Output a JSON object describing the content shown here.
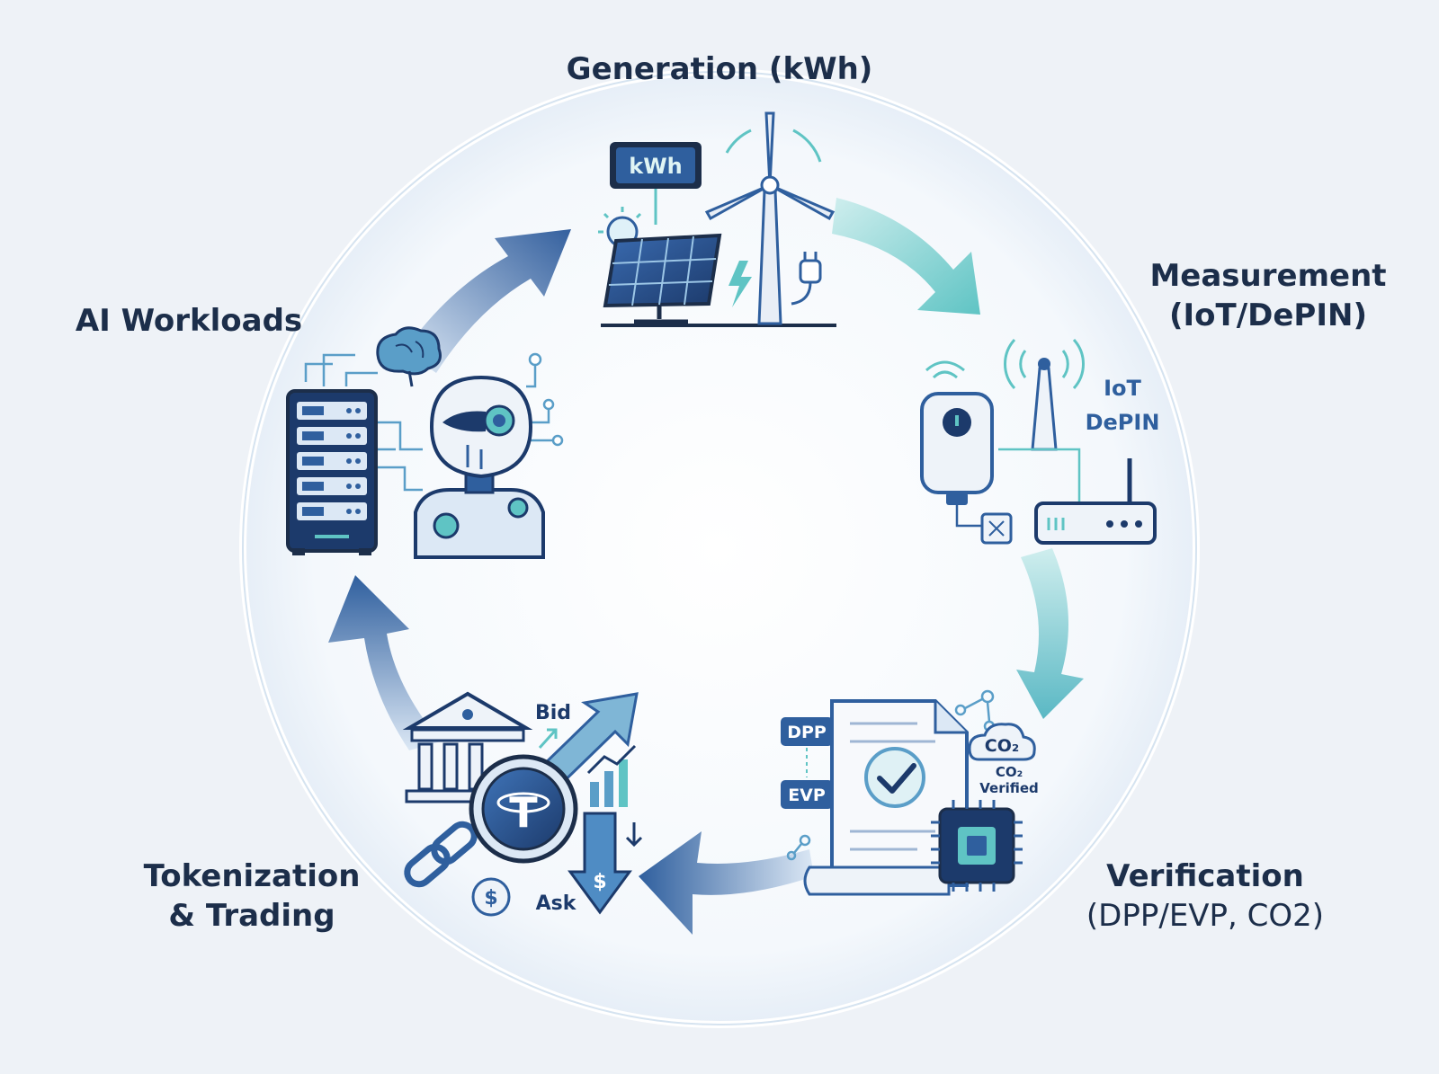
{
  "stages": {
    "generation": {
      "title": "Generation (kWh)",
      "badge": "kWh"
    },
    "measurement": {
      "title_line1": "Measurement",
      "title_line2": "(IoT/DePIN)",
      "tag_iot": "IoT",
      "tag_depin": "DePIN"
    },
    "verification": {
      "title_line1": "Verification",
      "title_line2": "(DPP/EVP, CO2)",
      "tag_dpp": "DPP",
      "tag_evp": "EVP",
      "cloud_label": "CO₂",
      "verified_line1": "CO₂",
      "verified_line2": "Verified"
    },
    "tokenization": {
      "title_line1": "Tokenization",
      "title_line2": "& Trading",
      "bid": "Bid",
      "ask": "Ask",
      "coin_symbol": "T",
      "dollar": "$"
    },
    "ai": {
      "title": "AI Workloads"
    }
  },
  "colors": {
    "navy": "#1c2e4a",
    "blue": "#2f5f9e",
    "teal": "#5fc4c4",
    "light_blue": "#dce8f5"
  }
}
